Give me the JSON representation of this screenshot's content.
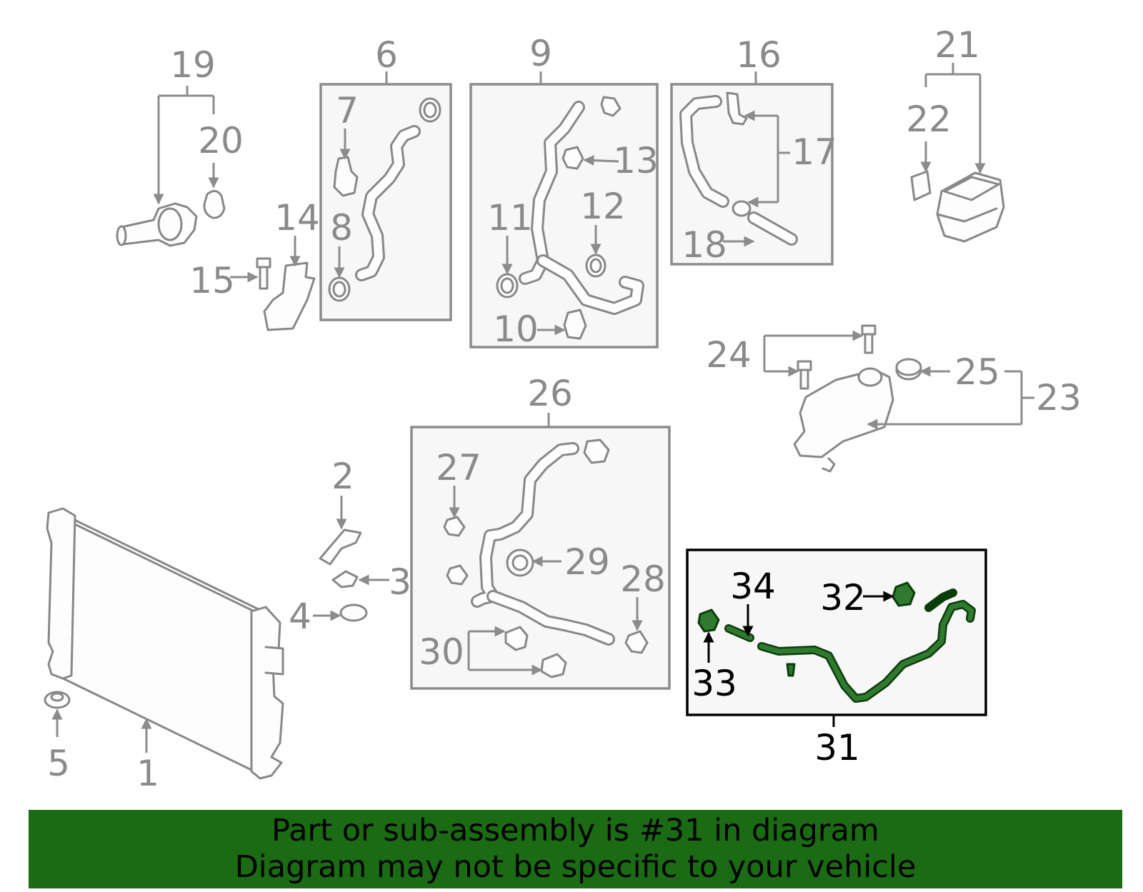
{
  "callouts": {
    "c1": "1",
    "c2": "2",
    "c3": "3",
    "c4": "4",
    "c5": "5",
    "c6": "6",
    "c7": "7",
    "c8": "8",
    "c9": "9",
    "c10": "10",
    "c11": "11",
    "c12": "12",
    "c13": "13",
    "c14": "14",
    "c15": "15",
    "c16": "16",
    "c17": "17",
    "c18": "18",
    "c19": "19",
    "c20": "20",
    "c21": "21",
    "c22": "22",
    "c23": "23",
    "c24": "24",
    "c25": "25",
    "c26": "26",
    "c27": "27",
    "c28": "28",
    "c29": "29",
    "c30": "30",
    "c31": "31",
    "c32": "32",
    "c33": "33",
    "c34": "34"
  },
  "highlight_color": "#1a6b14",
  "banner": {
    "line1": "Part or sub-assembly is #31 in diagram",
    "line2": "Diagram may not be specific to your vehicle"
  }
}
